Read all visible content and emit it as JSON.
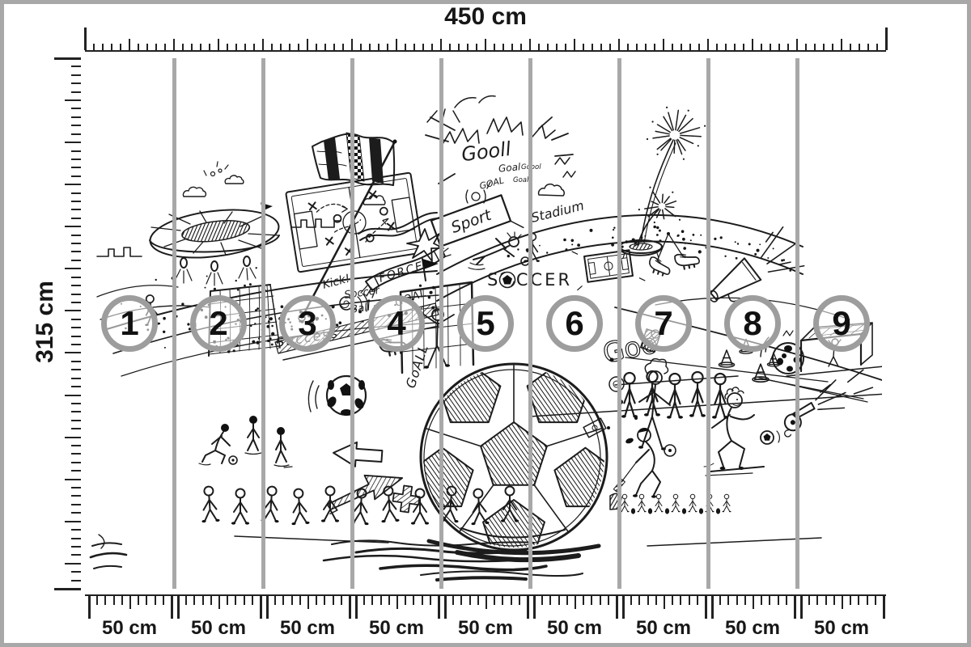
{
  "image": {
    "type": "wallpaper-mural-dimension-diagram",
    "subject": "black and white soccer doodle photo-mural split into numbered panels"
  },
  "colors": {
    "frame_gray": "#a8a8a8",
    "badge_gray": "#9d9d9d",
    "ink": "#1c1c1c",
    "tick_black": "#222222",
    "background": "#ffffff"
  },
  "rulers": {
    "top": {
      "label": "450 cm"
    },
    "left": {
      "label": "315 cm"
    },
    "bottom": {
      "segment_label": "50 cm",
      "segment_count": 9
    }
  },
  "panels": {
    "count": 9,
    "numbers": [
      "1",
      "2",
      "3",
      "4",
      "5",
      "6",
      "7",
      "8",
      "9"
    ]
  },
  "artwork": {
    "words": {
      "goal_shout_big": "Gooll",
      "goal_shout_2": "GOAL",
      "goal_shout_3": "Goal",
      "goal_shout_4": "Goool",
      "goal_shout_5": "Goalll",
      "banner_sport": "Sport",
      "stadium": "Stadium",
      "scarf_force": "FORCE",
      "kick": "Kick!",
      "success": "Success",
      "soccer_title": "SOCCER",
      "soccer_small": "Soccer",
      "ball_small": "Ball",
      "goal_left": "GOAL",
      "goal_vertical": "GoALL",
      "goo_right": "Goo"
    }
  }
}
